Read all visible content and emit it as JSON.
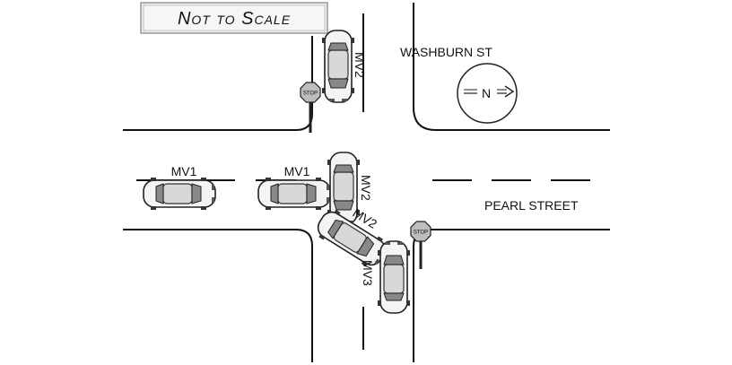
{
  "diagram": {
    "scale_note": "Not to Scale",
    "streets": {
      "north_south": "WASHBURN ST",
      "east_west": "PEARL STREET"
    },
    "compass": {
      "letter": "N"
    },
    "stop_sign_text": "STOP",
    "vehicles": {
      "mv1_label": "MV1",
      "mv2_label": "MV2",
      "mv3_label": "MV3"
    }
  }
}
